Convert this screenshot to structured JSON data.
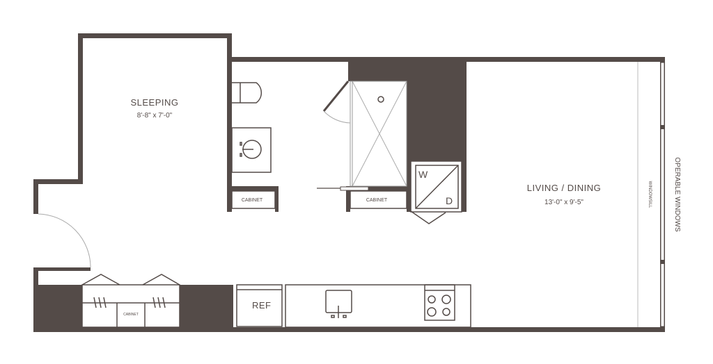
{
  "rooms": {
    "sleeping": {
      "name": "SLEEPING",
      "dims": "8'-8\" x 7'-0\""
    },
    "living": {
      "name": "LIVING / DINING",
      "dims": "13'-0\" x 9'-5\""
    }
  },
  "labels": {
    "cabinet": "CABINET",
    "washer": "W",
    "dryer": "D",
    "ref": "REF",
    "windowsill": "WINDOWSILL",
    "operable_windows": "OPERABLE WINDOWS"
  },
  "colors": {
    "wall": "#544b48"
  }
}
